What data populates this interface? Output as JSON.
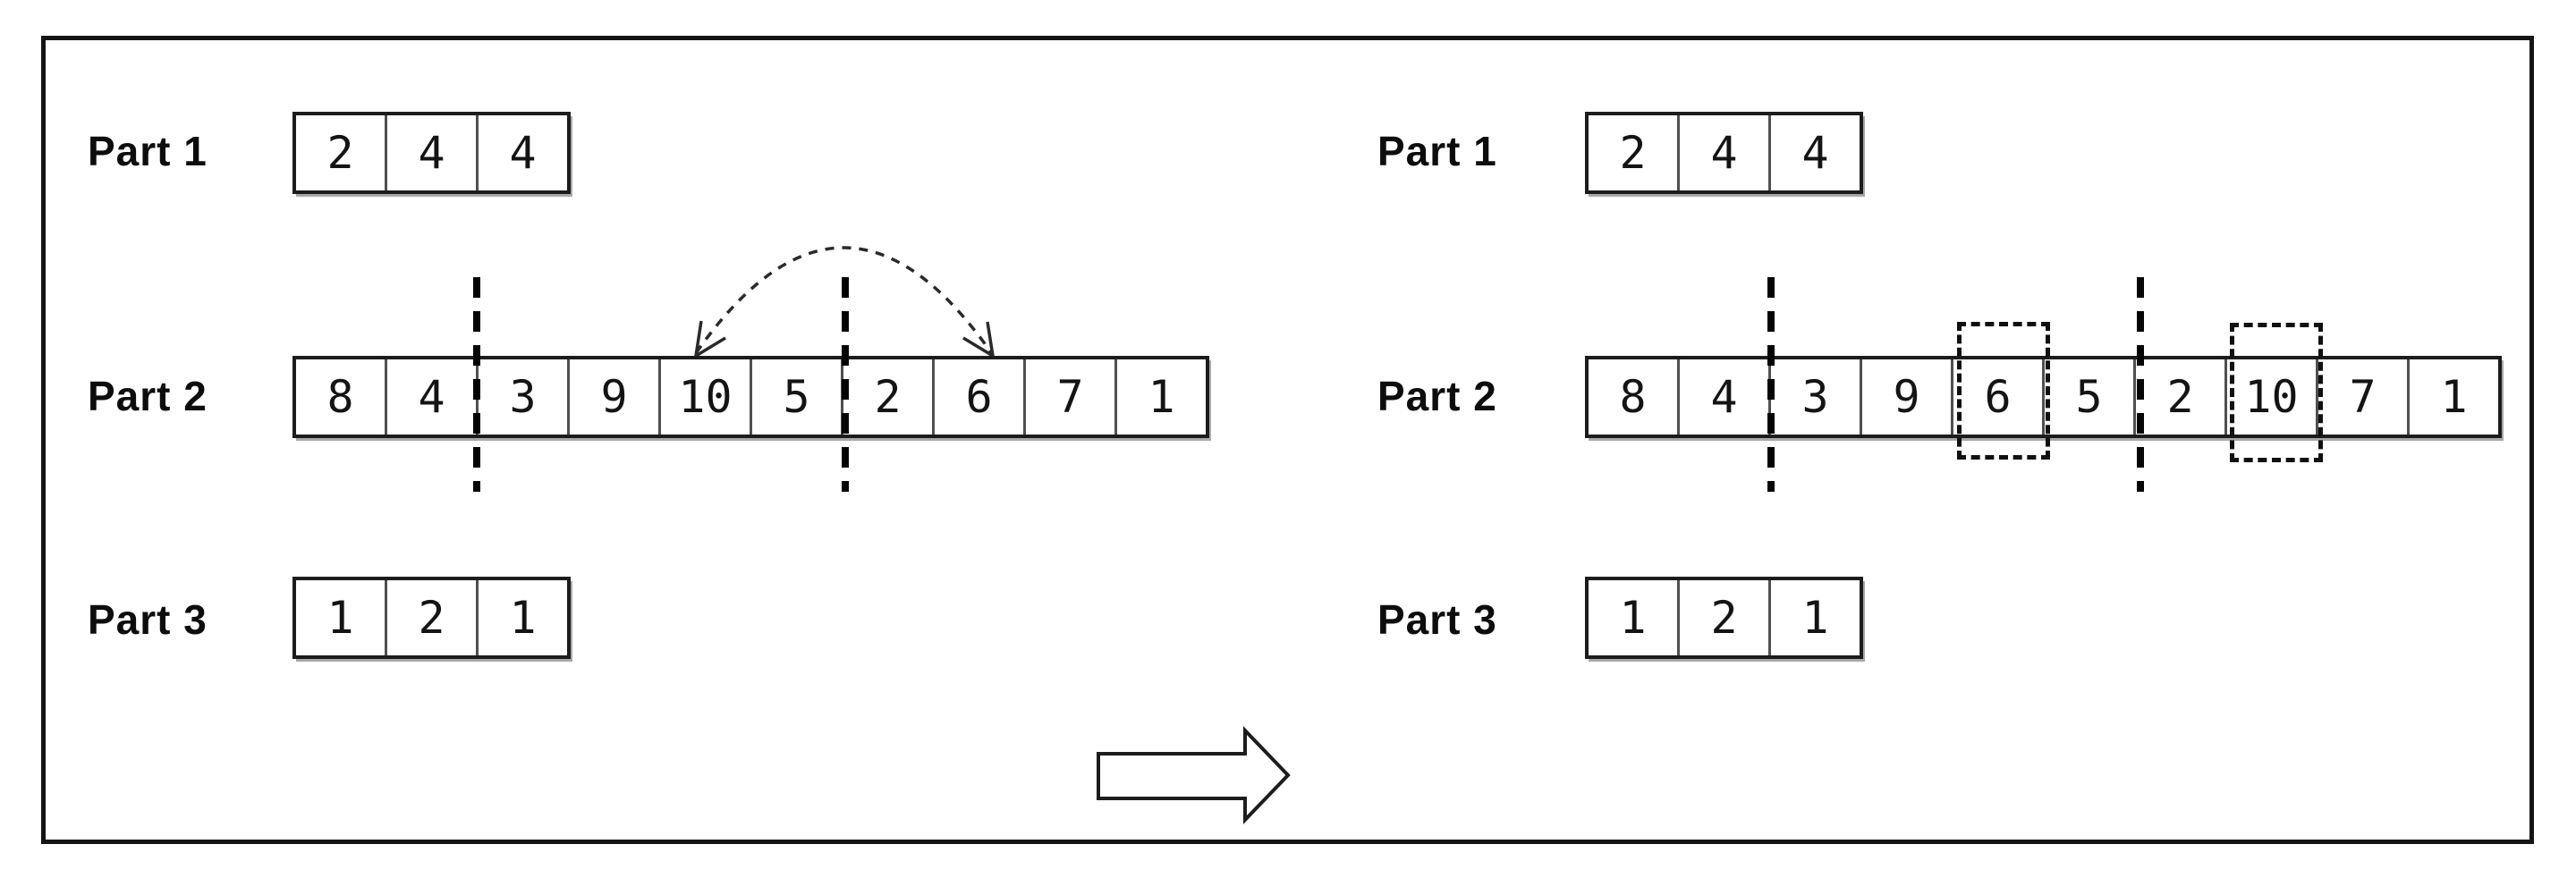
{
  "colors": {
    "ink": "#141414",
    "cell_separator": "#4f4f4f",
    "background": "#ffffff",
    "shadow_gray": "#a8a8a8"
  },
  "left_panel": {
    "rows": [
      {
        "label": "Part 1",
        "cells": [
          "2",
          "4",
          "4"
        ]
      },
      {
        "label": "Part 2",
        "cells": [
          "8",
          "4",
          "3",
          "9",
          "10",
          "5",
          "2",
          "6",
          "7",
          "1"
        ]
      },
      {
        "label": "Part 3",
        "cells": [
          "1",
          "2",
          "1"
        ]
      }
    ]
  },
  "right_panel": {
    "rows": [
      {
        "label": "Part 1",
        "cells": [
          "2",
          "4",
          "4"
        ]
      },
      {
        "label": "Part 2",
        "cells": [
          "8",
          "4",
          "3",
          "9",
          "6",
          "5",
          "2",
          "10",
          "7",
          "1"
        ]
      },
      {
        "label": "Part 3",
        "cells": [
          "1",
          "2",
          "1"
        ]
      }
    ]
  },
  "annotations": {
    "swap_arc": "dashed double-headed arc linking Part 2 cells containing 10 and 6",
    "cut_lines": "dashed vertical boundaries after Part 2 positions 2 and 6 on both panels",
    "highlight_boxes": "dashed rectangles around swapped values 6 and 10 in right panel",
    "transition_arrow": "hollow right-pointing block arrow between panels"
  }
}
